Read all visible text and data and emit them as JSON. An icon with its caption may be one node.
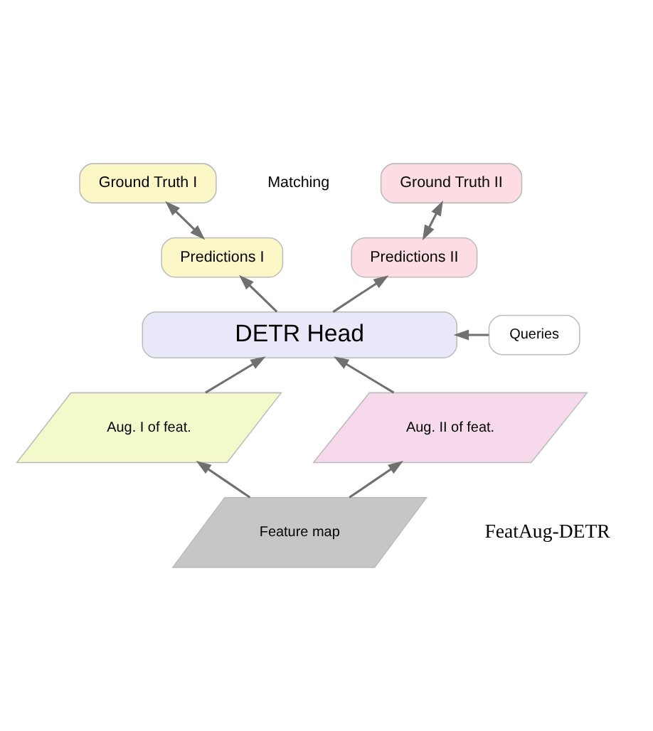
{
  "diagram": {
    "nodes": [
      {
        "text": [
          "Ground Truth I"
        ]
      },
      {
        "text": [
          "Ground Truth II"
        ]
      },
      {
        "text": [
          "Predictions I"
        ]
      },
      {
        "text": [
          "Predictions II"
        ]
      },
      {
        "text": [
          "Queries"
        ]
      },
      {
        "text": [
          "DETR Head"
        ]
      },
      {
        "text": [
          "Aug. I of feat."
        ]
      },
      {
        "text": [
          "Aug. II of feat."
        ]
      },
      {
        "text": [
          "Feature map"
        ]
      }
    ],
    "edges": [
      {
        "from": 2,
        "to": 0,
        "arrow": "both"
      },
      {
        "from": 3,
        "to": 1,
        "arrow": "both"
      },
      {
        "from": 4,
        "to": 5,
        "arrow": "to"
      },
      {
        "from": 5,
        "to": 2,
        "arrow": "to"
      },
      {
        "from": 5,
        "to": 3,
        "arrow": "to"
      },
      {
        "from": 6,
        "to": 5,
        "arrow": "to"
      },
      {
        "from": 7,
        "to": 5,
        "arrow": "to"
      },
      {
        "from": 8,
        "to": 6,
        "arrow": "to"
      },
      {
        "from": 8,
        "to": 7,
        "arrow": "to"
      }
    ],
    "labels": [
      "Matching",
      "FeatAug-DETR"
    ]
  }
}
